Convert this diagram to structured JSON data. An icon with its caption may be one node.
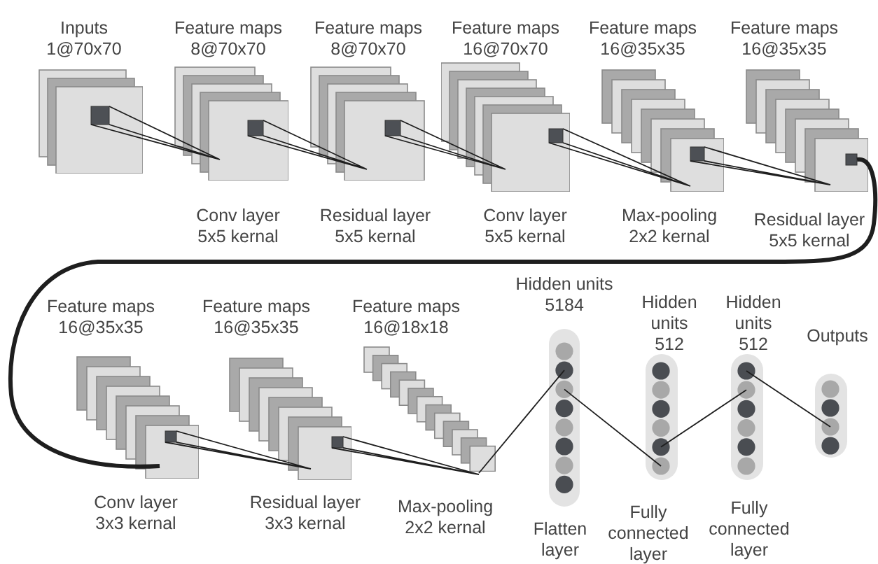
{
  "diagram": {
    "nodes": [
      {
        "text": [
          "Inputs",
          "1@70x70"
        ]
      },
      {
        "text": [
          "Feature maps",
          "8@70x70"
        ],
        "beside": [
          "Conv layer",
          "5x5 kernal"
        ]
      },
      {
        "text": [
          "Feature maps",
          "8@70x70"
        ],
        "beside": [
          "Residual layer",
          "5x5 kernal"
        ]
      },
      {
        "text": [
          "Feature maps",
          "16@70x70"
        ],
        "beside": [
          "Conv layer",
          "5x5 kernal"
        ]
      },
      {
        "text": [
          "Feature maps",
          "16@35x35"
        ],
        "beside": [
          "Max-pooling",
          "2x2 kernal"
        ]
      },
      {
        "text": [
          "Feature maps",
          "16@35x35"
        ],
        "beside": [
          "Residual layer",
          "5x5 kernal"
        ]
      },
      {
        "text": [
          "Feature maps",
          "16@35x35"
        ],
        "beside": [
          "Conv layer",
          "3x3 kernal"
        ]
      },
      {
        "text": [
          "Feature maps",
          "16@35x35"
        ],
        "beside": [
          "Residual layer",
          "3x3 kernal"
        ]
      },
      {
        "text": [
          "Feature maps",
          "16@18x18"
        ],
        "beside": [
          "Max-pooling",
          "2x2 kernal"
        ]
      },
      {
        "text": [
          "Hidden units",
          "5184"
        ],
        "beside": [
          "Flatten layer"
        ]
      },
      {
        "text": [
          "Hidden units",
          "512"
        ],
        "beside": [
          "Fully connected layer"
        ]
      },
      {
        "text": [
          "Hidden units",
          "512"
        ],
        "beside": [
          "Fully connected layer"
        ]
      },
      {
        "text": [
          "Outputs"
        ]
      }
    ],
    "edges": [
      {
        "from": 0,
        "to": 1,
        "arrow": "none"
      },
      {
        "from": 1,
        "to": 2,
        "arrow": "none"
      },
      {
        "from": 2,
        "to": 3,
        "arrow": "none"
      },
      {
        "from": 3,
        "to": 4,
        "arrow": "none"
      },
      {
        "from": 4,
        "to": 5,
        "arrow": "none"
      },
      {
        "from": 5,
        "to": 6,
        "arrow": "none",
        "style": "thick"
      },
      {
        "from": 6,
        "to": 7,
        "arrow": "none"
      },
      {
        "from": 7,
        "to": 8,
        "arrow": "none"
      },
      {
        "from": 8,
        "to": 9,
        "arrow": "none"
      },
      {
        "from": 9,
        "to": 10,
        "arrow": "none"
      },
      {
        "from": 10,
        "to": 11,
        "arrow": "none"
      },
      {
        "from": 11,
        "to": 12,
        "arrow": "none"
      }
    ]
  }
}
